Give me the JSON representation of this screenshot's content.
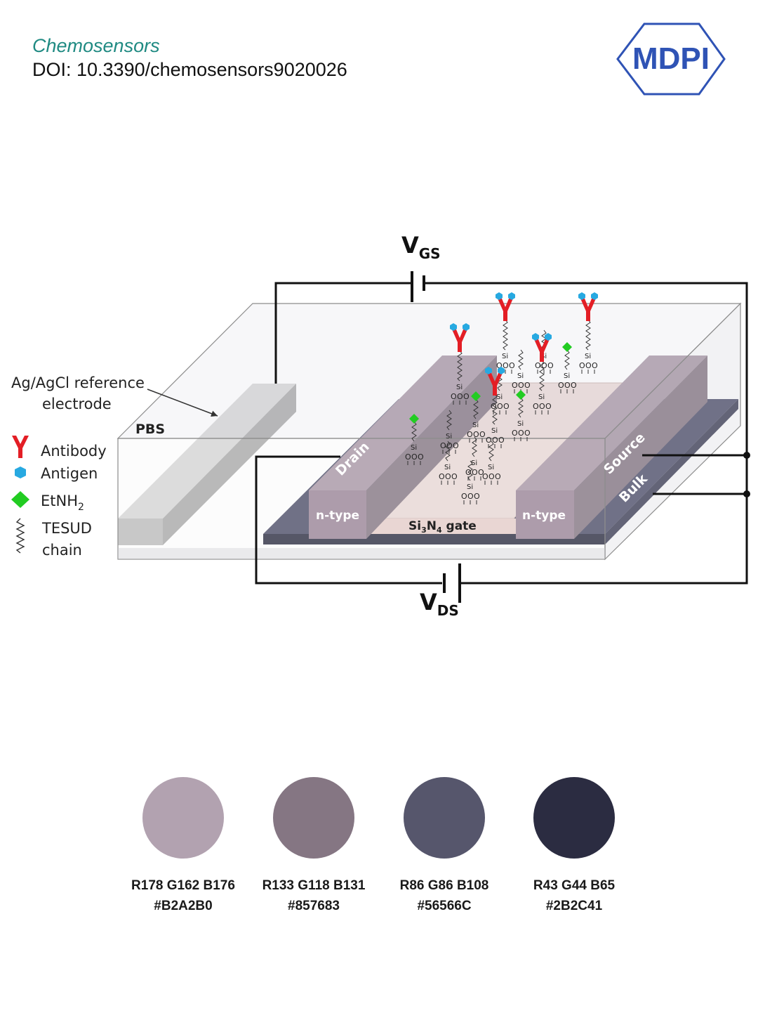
{
  "header": {
    "journal": "Chemosensors",
    "doi": "DOI: 10.3390/chemosensors9020026",
    "logo_text": "MDPI"
  },
  "diagram": {
    "vgs_main": "V",
    "vgs_sub": "GS",
    "vds_main": "V",
    "vds_sub": "DS",
    "reference_line1": "Ag/AgCl reference",
    "reference_line2": "electrode",
    "pbs": "PBS",
    "drain": "Drain",
    "source": "Source",
    "bulk": "Bulk",
    "ntype_left": "n-type",
    "ntype_right": "n-type",
    "gate_si": "Si",
    "gate_sub3": "3",
    "gate_n": "N",
    "gate_sub4": "4",
    "gate_word": " gate",
    "si_label": "Si",
    "o_label": "O",
    "legend": {
      "antibody": "Antibody",
      "antigen": "Antigen",
      "etnh_main": "EtNH",
      "etnh_sub": "2",
      "tesud_line1": "TESUD",
      "tesud_line2": "chain"
    },
    "colors": {
      "antibody": "#e31e25",
      "antigen": "#27a9e1",
      "etnh2": "#22cc22"
    }
  },
  "palette": [
    {
      "rgb": "R178 G162 B176",
      "hex": "#B2A2B0"
    },
    {
      "rgb": "R133 G118 B131",
      "hex": "#857683"
    },
    {
      "rgb": "R86 G86 B108",
      "hex": "#56566C"
    },
    {
      "rgb": "R43 G44 B65",
      "hex": "#2B2C41"
    }
  ]
}
